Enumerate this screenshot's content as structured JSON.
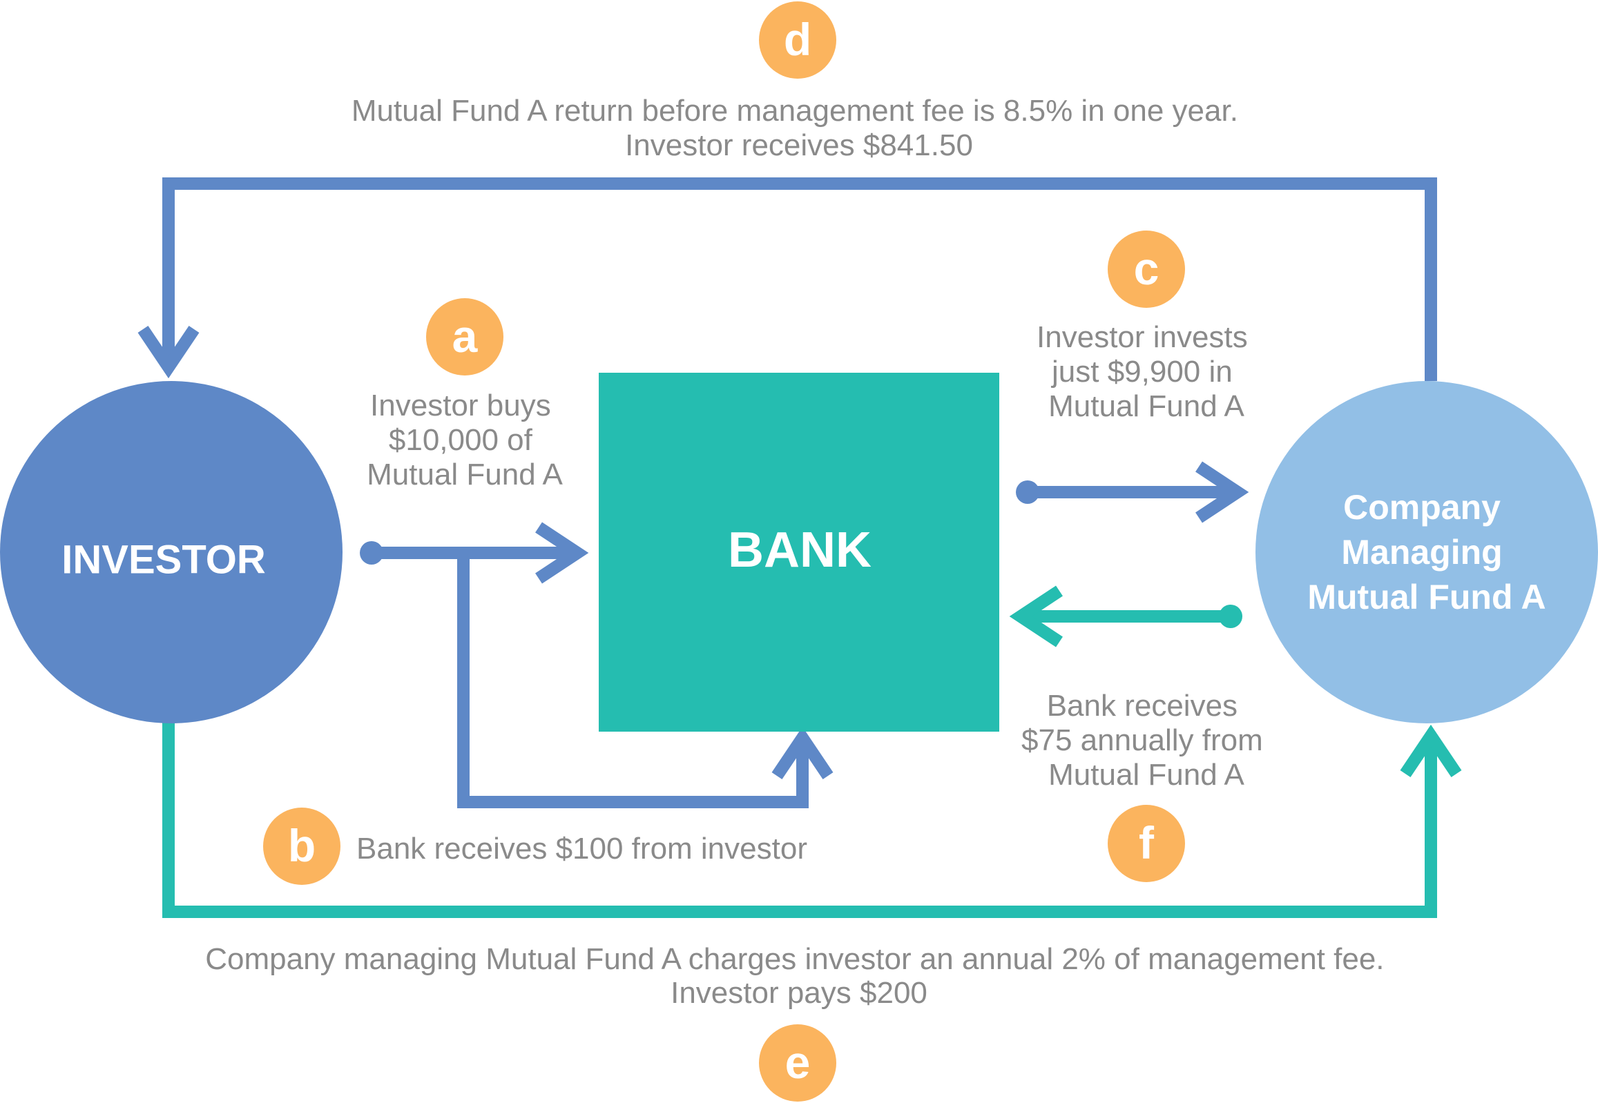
{
  "colors": {
    "investor": "#5E88C7",
    "bank": "#25BDB0",
    "company": "#92BFE6",
    "blue_line": "#5E88C7",
    "teal_line": "#25BDB0",
    "badge": "#FBB45E",
    "caption_text": "#8A8A8A"
  },
  "nodes": {
    "investor": "INVESTOR",
    "bank": "BANK",
    "company": [
      "Company",
      "Managing",
      "Mutual Fund A"
    ]
  },
  "steps": {
    "a": {
      "badge": "a",
      "text": [
        "Investor buys",
        "$10,000 of",
        "Mutual Fund A"
      ]
    },
    "b": {
      "badge": "b",
      "text": [
        "Bank receives $100 from investor"
      ]
    },
    "c": {
      "badge": "c",
      "text": [
        "Investor invests",
        "just $9,900 in",
        "Mutual Fund A"
      ]
    },
    "d": {
      "badge": "d",
      "text": [
        "Mutual Fund A return before management fee is 8.5% in one year.",
        "Investor receives $841.50"
      ]
    },
    "e": {
      "badge": "e",
      "text": [
        "Company managing Mutual Fund A charges investor an annual 2% of management fee.",
        "Investor pays $200"
      ]
    },
    "f": {
      "badge": "f",
      "text": [
        "Bank receives",
        "$75 annually from",
        "Mutual Fund A"
      ]
    }
  }
}
